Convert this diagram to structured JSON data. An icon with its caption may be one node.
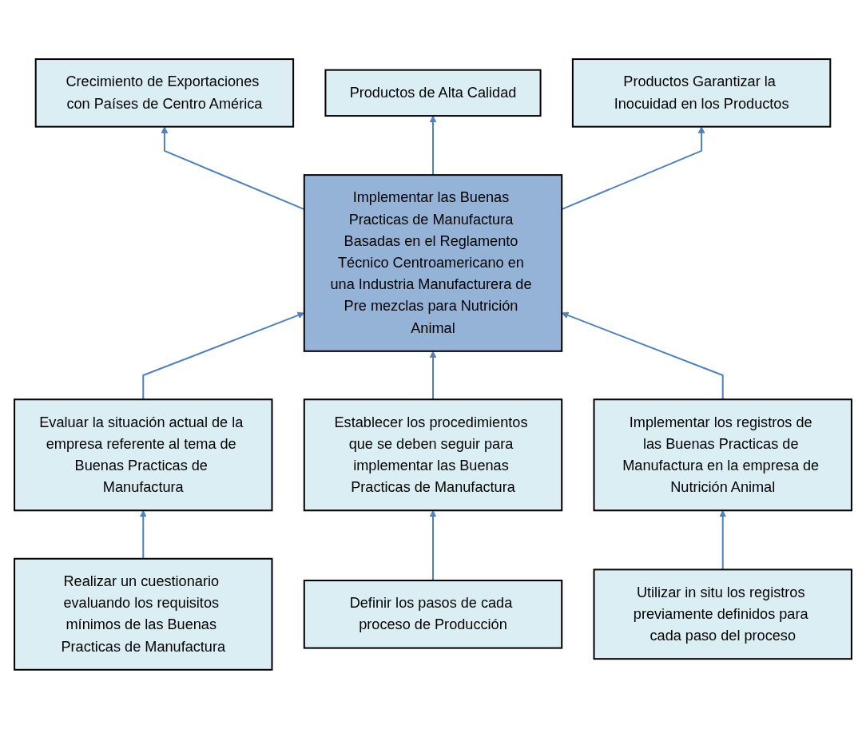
{
  "diagram": {
    "nodes": [
      {
        "text": [
          "Crecimiento de Exportaciones con Países de Centro América"
        ]
      },
      {
        "text": [
          "Productos de Alta Calidad"
        ]
      },
      {
        "text": [
          "Productos Garantizar la Inocuidad en los Productos"
        ]
      },
      {
        "text": [
          "Implementar las Buenas Practicas de Manufactura Basadas en el Reglamento Técnico Centroamericano en una Industria Manufacturera de Pre mezclas para Nutrición Animal"
        ]
      },
      {
        "text": [
          "Evaluar la situación actual de la empresa referente al tema de Buenas Practicas de Manufactura"
        ]
      },
      {
        "text": [
          "Establecer los procedimientos que se deben seguir para implementar las Buenas Practicas de Manufactura"
        ]
      },
      {
        "text": [
          "Implementar los registros de las Buenas Practicas de Manufactura en la empresa de Nutrición Animal"
        ]
      },
      {
        "text": [
          "Realizar un cuestionario evaluando los requisitos mínimos de las Buenas Practicas de Manufactura"
        ]
      },
      {
        "text": [
          "Definir los pasos de cada proceso de Producción"
        ]
      },
      {
        "text": [
          "Utilizar in situ los registros previamente definidos para cada paso del proceso"
        ]
      }
    ],
    "edges": [
      {
        "from": 3,
        "to": 0,
        "arrow": "to"
      },
      {
        "from": 3,
        "to": 1,
        "arrow": "to"
      },
      {
        "from": 3,
        "to": 2,
        "arrow": "to"
      },
      {
        "from": 4,
        "to": 3,
        "arrow": "to"
      },
      {
        "from": 5,
        "to": 3,
        "arrow": "to"
      },
      {
        "from": 6,
        "to": 3,
        "arrow": "to"
      },
      {
        "from": 7,
        "to": 4,
        "arrow": "to"
      },
      {
        "from": 8,
        "to": 5,
        "arrow": "to"
      },
      {
        "from": 9,
        "to": 6,
        "arrow": "to"
      }
    ]
  }
}
